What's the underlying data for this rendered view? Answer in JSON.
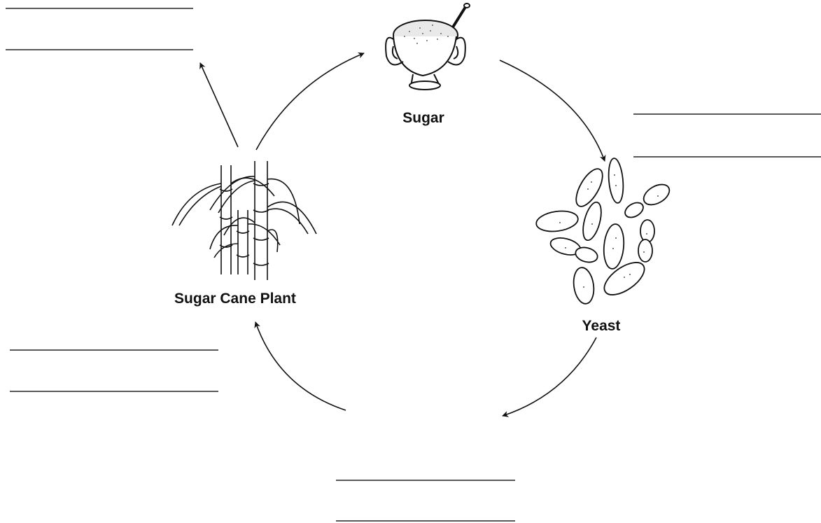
{
  "labels": {
    "sugar": "Sugar",
    "yeast": "Yeast",
    "sugar_cane_plant": "Sugar Cane Plant"
  },
  "answer_blanks": [
    {
      "id": "top-left",
      "lines": 2
    },
    {
      "id": "right",
      "lines": 2
    },
    {
      "id": "bottom-left",
      "lines": 2
    },
    {
      "id": "bottom-center",
      "lines": 2
    }
  ],
  "colors": {
    "ink": "#111111",
    "background": "#ffffff"
  }
}
